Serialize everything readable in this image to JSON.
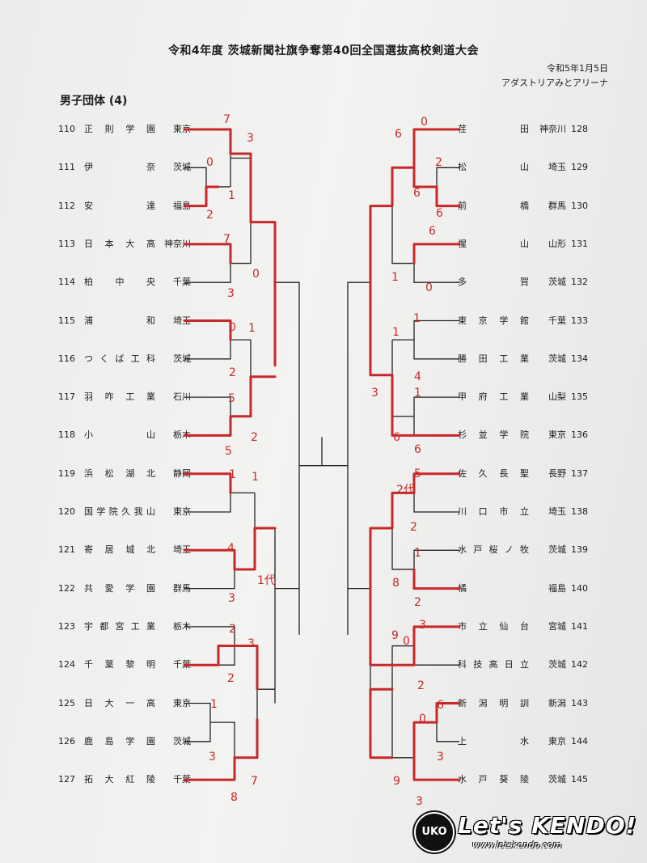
{
  "header": {
    "title": "令和4年度 茨城新聞社旗争奪第40回全国選抜高校剣道大会",
    "date": "令和5年1月5日",
    "venue": "アダストリアみとアリーナ",
    "division": "男子団体 (4)"
  },
  "left_entries": [
    {
      "no": "110",
      "name": "正則学園",
      "pref": "東京"
    },
    {
      "no": "111",
      "name": "伊奈",
      "pref": "茨城"
    },
    {
      "no": "112",
      "name": "安達",
      "pref": "福島"
    },
    {
      "no": "113",
      "name": "日本大高",
      "pref": "神奈川"
    },
    {
      "no": "114",
      "name": "柏中央",
      "pref": "千葉"
    },
    {
      "no": "115",
      "name": "浦和",
      "pref": "埼玉"
    },
    {
      "no": "116",
      "name": "つくば工科",
      "pref": "茨城"
    },
    {
      "no": "117",
      "name": "羽咋工業",
      "pref": "石川"
    },
    {
      "no": "118",
      "name": "小山",
      "pref": "栃木"
    },
    {
      "no": "119",
      "name": "浜松湖北",
      "pref": "静岡"
    },
    {
      "no": "120",
      "name": "国学院久我山",
      "pref": "東京"
    },
    {
      "no": "121",
      "name": "寄居城北",
      "pref": "埼玉"
    },
    {
      "no": "122",
      "name": "共愛学園",
      "pref": "群馬"
    },
    {
      "no": "123",
      "name": "宇都宮工業",
      "pref": "栃木"
    },
    {
      "no": "124",
      "name": "千葉黎明",
      "pref": "千葉"
    },
    {
      "no": "125",
      "name": "日大一高",
      "pref": "東京"
    },
    {
      "no": "126",
      "name": "鹿島学園",
      "pref": "茨城"
    },
    {
      "no": "127",
      "name": "拓大紅陵",
      "pref": "千葉"
    }
  ],
  "right_entries": [
    {
      "no": "128",
      "name": "荏田",
      "pref": "神奈川"
    },
    {
      "no": "129",
      "name": "松山",
      "pref": "埼玉"
    },
    {
      "no": "130",
      "name": "前橋",
      "pref": "群馬"
    },
    {
      "no": "131",
      "name": "惺山",
      "pref": "山形"
    },
    {
      "no": "132",
      "name": "多賀",
      "pref": "茨城"
    },
    {
      "no": "133",
      "name": "東京学館",
      "pref": "千葉"
    },
    {
      "no": "134",
      "name": "勝田工業",
      "pref": "茨城"
    },
    {
      "no": "135",
      "name": "甲府工業",
      "pref": "山梨"
    },
    {
      "no": "136",
      "name": "杉並学院",
      "pref": "東京"
    },
    {
      "no": "137",
      "name": "佐久長聖",
      "pref": "長野"
    },
    {
      "no": "138",
      "name": "川口市立",
      "pref": "埼玉"
    },
    {
      "no": "139",
      "name": "水戸桜ノ牧",
      "pref": "茨城"
    },
    {
      "no": "140",
      "name": "橘",
      "pref": "福島"
    },
    {
      "no": "141",
      "name": "市立仙台",
      "pref": "宮城"
    },
    {
      "no": "142",
      "name": "科技高日立",
      "pref": "茨城"
    },
    {
      "no": "143",
      "name": "新潟明訓",
      "pref": "新潟"
    },
    {
      "no": "144",
      "name": "上水",
      "pref": "東京"
    },
    {
      "no": "145",
      "name": "水戸葵陵",
      "pref": "茨城"
    }
  ],
  "handwritten_scores": [
    "7",
    "3",
    "0",
    "1",
    "2",
    "7",
    "0",
    "3",
    "1",
    "0",
    "2",
    "5",
    "5",
    "2",
    "1",
    "1",
    "4",
    "1代",
    "3",
    "2",
    "3",
    "2",
    "1",
    "3",
    "7",
    "8",
    "0",
    "6",
    "2",
    "6",
    "6",
    "6",
    "1",
    "0",
    "1",
    "1",
    "4",
    "3",
    "1",
    "6",
    "6",
    "5",
    "2代",
    "2",
    "1",
    "8",
    "2",
    "9",
    "0",
    "3",
    "2",
    "0",
    "6",
    "3",
    "9",
    "3"
  ],
  "logo": {
    "badge": "UKO",
    "text": "Let's KENDO!",
    "url": "www.letskendo.com"
  }
}
